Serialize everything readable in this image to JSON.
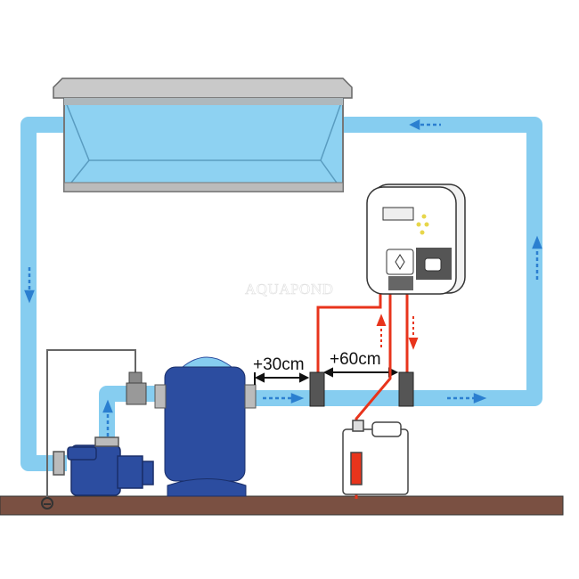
{
  "diagram": {
    "labels": {
      "dist1": "+30cm",
      "dist2": "+60cm"
    },
    "watermark": "AQUAPOND",
    "colors": {
      "water": "#86cdf0",
      "pipe_edge": "#5eb6e6",
      "equipment": "#2c4da0",
      "sensor_wire": "#e8341c",
      "ground": "#7a5042",
      "flow_arrow": "#2b7fd0"
    },
    "components": [
      "pool",
      "pump",
      "sand-filter",
      "controller",
      "ph-probe",
      "redox-probe",
      "chemical-canister",
      "ground-electrode"
    ]
  }
}
